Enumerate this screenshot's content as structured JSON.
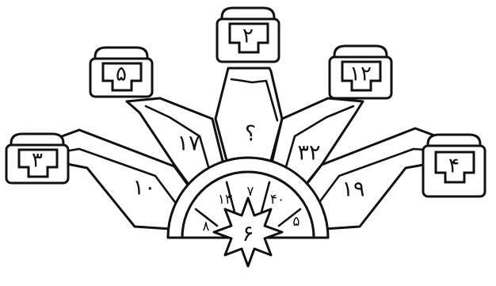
{
  "wheel": {
    "center_value": "۶",
    "pods": [
      {
        "id": "far-left",
        "value": "۳"
      },
      {
        "id": "left",
        "value": "۵"
      },
      {
        "id": "top",
        "value": "۲"
      },
      {
        "id": "right",
        "value": "۱۲"
      },
      {
        "id": "far-right",
        "value": "۴"
      }
    ],
    "spoke_values": [
      {
        "id": "far-left",
        "value": "۱۰"
      },
      {
        "id": "left",
        "value": "۱۷"
      },
      {
        "id": "top",
        "value": "؟"
      },
      {
        "id": "right",
        "value": "۳۲"
      },
      {
        "id": "far-right",
        "value": "۱۹"
      }
    ],
    "hub_values": [
      {
        "id": "far-left",
        "value": "۸"
      },
      {
        "id": "left",
        "value": "۱۳"
      },
      {
        "id": "top",
        "value": "۷"
      },
      {
        "id": "right",
        "value": "۴۰"
      },
      {
        "id": "far-right",
        "value": "۵"
      }
    ]
  }
}
